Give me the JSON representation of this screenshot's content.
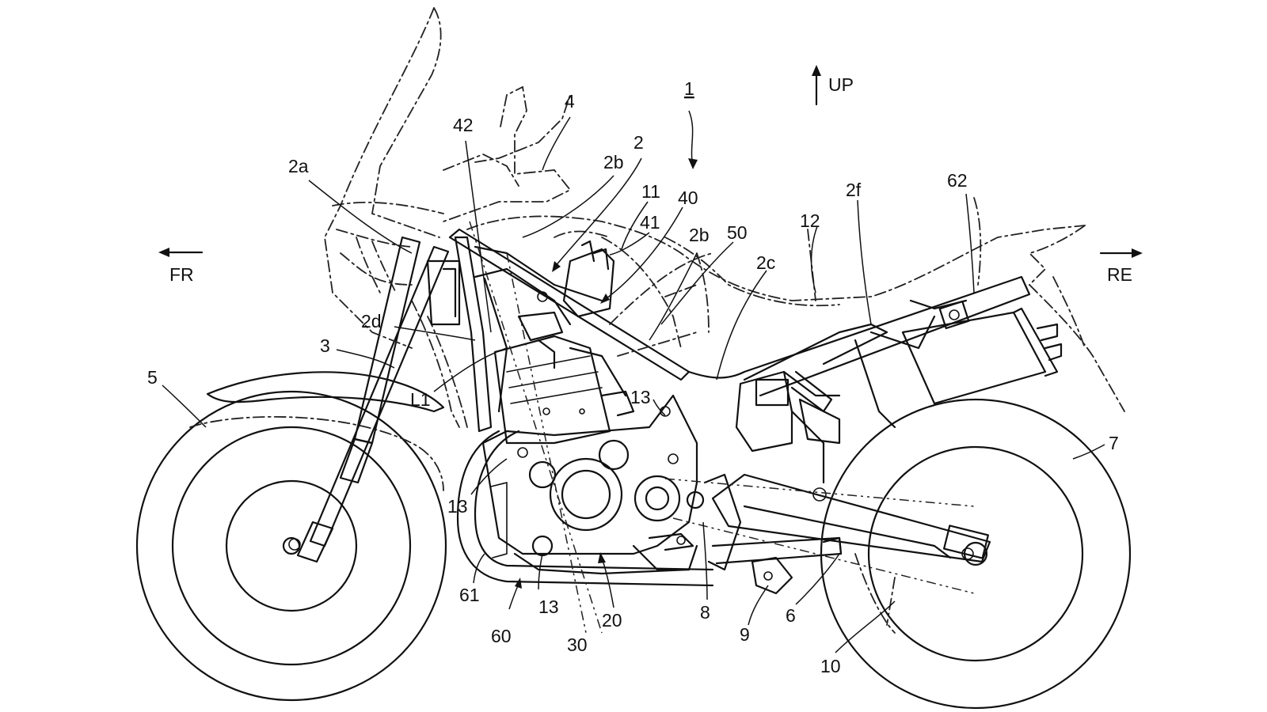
{
  "directions": {
    "up": "UP",
    "front": "FR",
    "rear": "RE"
  },
  "reference_numerals": {
    "n1": "1",
    "n2": "2",
    "n2a": "2a",
    "n2b_upper": "2b",
    "n2b_lower": "2b",
    "n2c": "2c",
    "n2d": "2d",
    "n2f": "2f",
    "n3": "3",
    "n4": "4",
    "n5": "5",
    "n6": "6",
    "n7": "7",
    "n8": "8",
    "n9": "9",
    "n10": "10",
    "n11": "11",
    "n12": "12",
    "n13_upper": "13",
    "n13_left": "13",
    "n13_lower": "13",
    "n20": "20",
    "n30": "30",
    "n40": "40",
    "n41": "41",
    "n42": "42",
    "n50": "50",
    "n60": "60",
    "n61": "61",
    "n62": "62",
    "nL1": "L1"
  }
}
